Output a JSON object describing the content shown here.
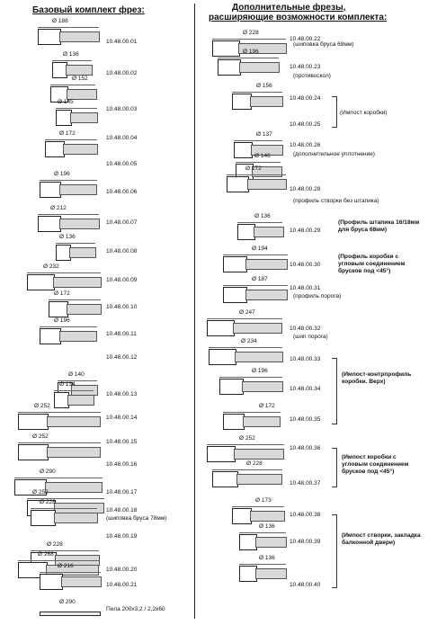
{
  "left": {
    "title": "Базовый комплект фрез:",
    "items": [
      {
        "dia": "Ø 188",
        "code": "10.48.00.01"
      },
      {
        "dia": "Ø 136",
        "code": "10.48.00.02"
      },
      {
        "dia": "Ø 152",
        "code": "10.48.00.03"
      },
      {
        "dia": "Ø 145",
        "code": "10.48.00.04"
      },
      {
        "dia": "Ø 172",
        "code": "10.48.00.05"
      },
      {
        "dia": "Ø 196",
        "code": "10.48.00.06"
      },
      {
        "dia": "Ø 212",
        "code": "10.48.00.07"
      },
      {
        "dia": "Ø 136",
        "code": "10.48.00.08"
      },
      {
        "dia": "Ø 232",
        "code": "10.48.00.09"
      },
      {
        "dia": "Ø 172",
        "code": "10.48.00.10"
      },
      {
        "dia": "Ø 196",
        "code": "10.48.00.11"
      },
      {
        "dia": "Ø 140",
        "code": "10.48.00.12"
      },
      {
        "dia": "Ø 134",
        "code": "10.48.00.13"
      },
      {
        "dia": "Ø 252",
        "code": "10.48.00.14"
      },
      {
        "dia": "Ø 252",
        "code": "10.48.00.15"
      },
      {
        "dia": "Ø 290",
        "code": "10.48.00.16"
      },
      {
        "dia": "Ø 252",
        "code": "10.48.00.17"
      },
      {
        "dia": "Ø 228",
        "code": "10.48.00.18",
        "note": "(шиповка бруса 78мм)"
      },
      {
        "dia": "Ø 228",
        "code": "10.48.00.19"
      },
      {
        "dia": "Ø 268",
        "code": "10.48.00.20"
      },
      {
        "dia": "Ø 216",
        "code": "10.48.00.21"
      },
      {
        "dia": "Ø 290",
        "code": "Пила 200х3,2 / 2,2х60"
      }
    ]
  },
  "right": {
    "title_line1": "Дополнительные фрезы,",
    "title_line2": "расширяющие возможности комплекта:",
    "items": [
      {
        "dia": "Ø 228",
        "code": "10.48.00.22",
        "note": "(шиповка бруса 68мм)"
      },
      {
        "dia": "Ø 196",
        "code": "10.48.00.23",
        "note": "(противоскол)"
      },
      {
        "dia": "Ø 156",
        "code": "10.48.00.24"
      },
      {
        "dia": "Ø 137",
        "code": "10.48.00.25"
      },
      {
        "dia": "Ø 146",
        "code": "10.48.00.26",
        "note": "(дополнительное уплотнение)"
      },
      {
        "dia": "Ø 172",
        "code": "10.48.00.28",
        "note": "(профиль створки без штапика)"
      },
      {
        "dia": "Ø 136",
        "code": "10.48.00.29"
      },
      {
        "dia": "Ø 194",
        "code": "10.48.00.30"
      },
      {
        "dia": "Ø 187",
        "code": "10.48.00.31",
        "note": "(профиль порога)"
      },
      {
        "dia": "Ø 247",
        "code": "10.48.00.32",
        "note": "(шип порога)"
      },
      {
        "dia": "Ø 234",
        "code": "10.48.00.33"
      },
      {
        "dia": "Ø 196",
        "code": "10.48.00.34"
      },
      {
        "dia": "Ø 172",
        "code": "10.48.00.35"
      },
      {
        "dia": "Ø 252",
        "code": "10.48.00.36"
      },
      {
        "dia": "Ø 228",
        "code": "10.48.00.37"
      },
      {
        "dia": "Ø 173",
        "code": "10.48.00.38"
      },
      {
        "dia": "Ø 136",
        "code": "10.48.00.39"
      },
      {
        "dia": "Ø 136",
        "code": "10.48.00.40"
      }
    ],
    "groups": [
      "(Импост коробки)",
      "(Профиль штапика 16/18мм для бруса 68мм)",
      "(Профиль коробки с угловым соединением брусков под <45°)",
      "(Импост-контрпрофиль коробки. Верх)",
      "(Импост коробки с угловым соединением брусков под <45°)",
      "(Импост створки, закладка балконной двери)"
    ]
  }
}
